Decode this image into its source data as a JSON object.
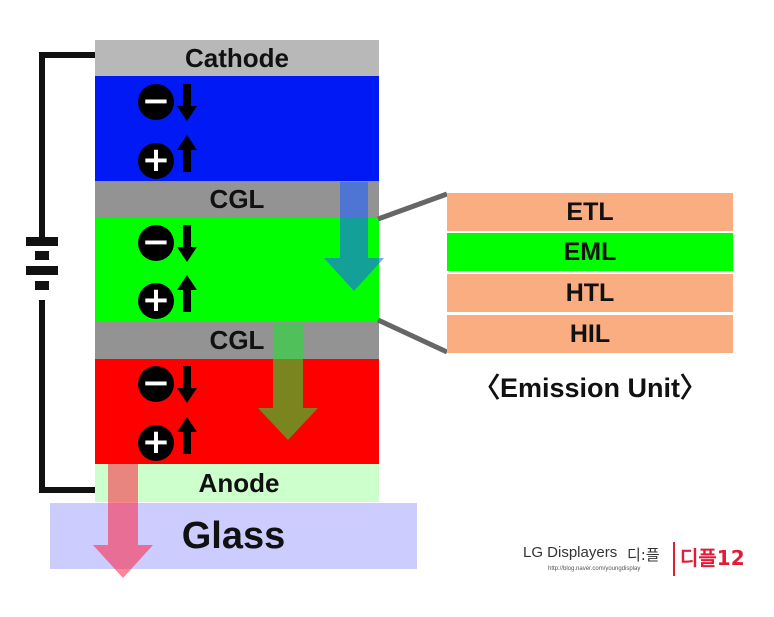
{
  "colors": {
    "cathode": "#b8b8b8",
    "cgl": "#939393",
    "blue_unit": "#0019f5",
    "green_unit": "#00ff00",
    "red_unit": "#ff0000",
    "anode": "#ccffcc",
    "glass": "#ccccff",
    "unit_layer": "#f9ad80",
    "eml": "#00ff00"
  },
  "stack": {
    "cathode": "Cathode",
    "cgl_top": "CGL",
    "cgl_bottom": "CGL",
    "anode": "Anode",
    "glass": "Glass"
  },
  "emission_unit": {
    "layers": [
      "ETL",
      "EML",
      "HTL",
      "HIL"
    ],
    "caption": "〈Emission Unit〉"
  },
  "charge_icons": {
    "negative": "minus-icon",
    "positive": "plus-icon"
  },
  "logo": {
    "brand": "LG Displayers",
    "korean_name": "디:플",
    "url": "http://blog.naver.com/youngdisplay",
    "badge": "디플12"
  }
}
